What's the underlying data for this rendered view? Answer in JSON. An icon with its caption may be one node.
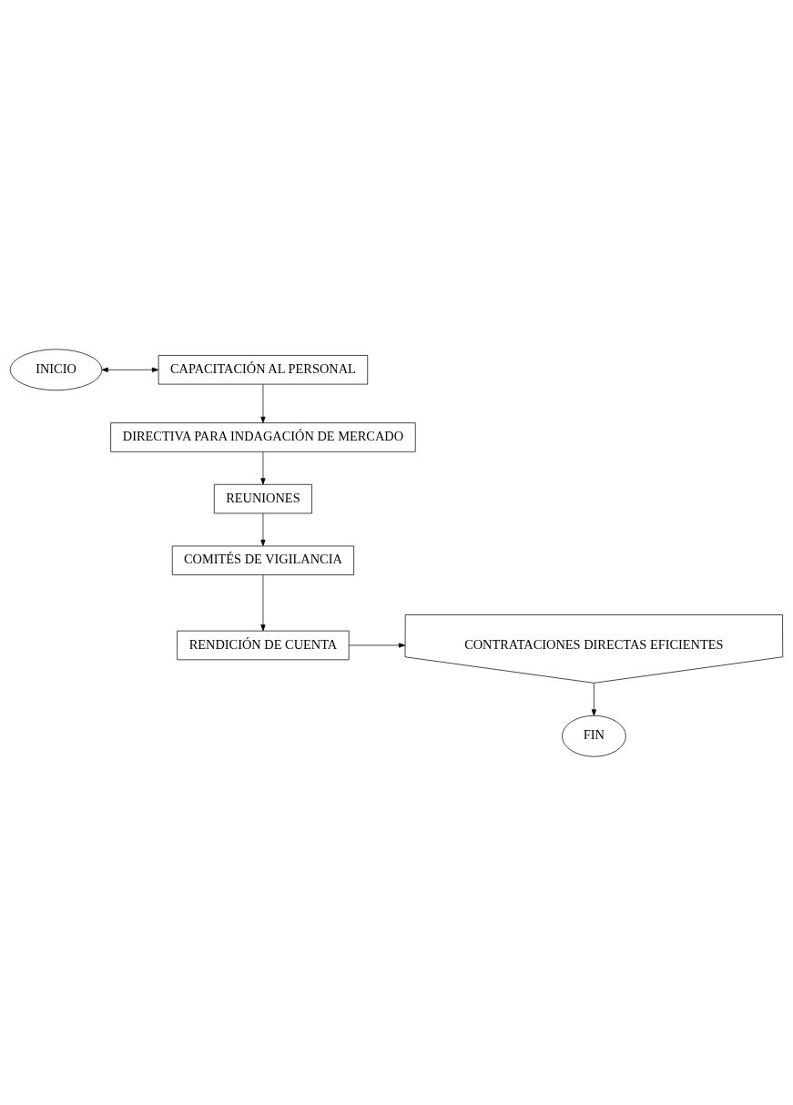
{
  "diagram": {
    "nodes": [
      {
        "text": [
          "INICIO"
        ]
      },
      {
        "text": [
          "CAPACITACIÓN AL PERSONAL"
        ]
      },
      {
        "text": [
          "DIRECTIVA PARA INDAGACIÓN DE MERCADO"
        ]
      },
      {
        "text": [
          "REUNIONES"
        ]
      },
      {
        "text": [
          "COMITÉS DE VIGILANCIA"
        ]
      },
      {
        "text": [
          "RENDICIÓN DE CUENTA"
        ]
      },
      {
        "text": [
          "CONTRATACIONES DIRECTAS EFICIENTES"
        ]
      },
      {
        "text": [
          "FIN"
        ]
      }
    ],
    "edges": [
      {
        "from": 0,
        "to": 1,
        "arrow": "both"
      },
      {
        "from": 1,
        "to": 2,
        "arrow": "to"
      },
      {
        "from": 2,
        "to": 3,
        "arrow": "to"
      },
      {
        "from": 3,
        "to": 4,
        "arrow": "to"
      },
      {
        "from": 4,
        "to": 5,
        "arrow": "to"
      },
      {
        "from": 5,
        "to": 6,
        "arrow": "to"
      },
      {
        "from": 6,
        "to": 7,
        "arrow": "to"
      }
    ]
  }
}
